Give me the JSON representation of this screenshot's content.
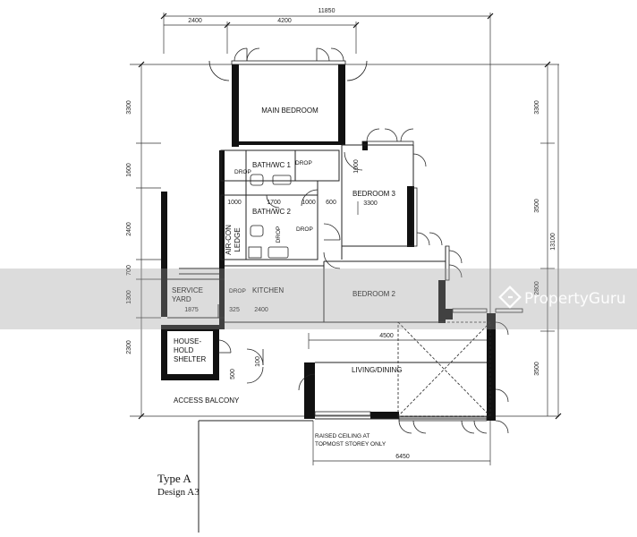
{
  "dimensions": {
    "top_total": "11850",
    "top_left": "2400",
    "top_mid": "4200",
    "left_1": "3300",
    "left_2": "1600",
    "left_3": "2400",
    "left_4": "700",
    "left_5": "1300",
    "left_6": "2300",
    "right_1": "3300",
    "right_2": "3500",
    "right_total": "13100",
    "right_3": "2800",
    "right_4": "3500",
    "bed3_small": "1000",
    "bath_w1": "1000",
    "bath_w2": "1700",
    "bath_w3": "1000",
    "bath_w4": "600",
    "bed3_width": "3300",
    "yard_width": "1875",
    "kitchen_a": "325",
    "kitchen_b": "2400",
    "bed2_width": "4500",
    "shelter_a": "500",
    "shelter_b": "100",
    "living_width": "6450"
  },
  "rooms": {
    "main_bedroom": "MAIN BEDROOM",
    "bath1": "BATH/WC 1",
    "bath2": "BATH/WC 2",
    "bedroom3": "BEDROOM 3",
    "bedroom2": "BEDROOM 2",
    "aircon_ledge_1": "AIR-CON",
    "aircon_ledge_2": "LEDGE",
    "service_yard_1": "SERVICE",
    "service_yard_2": "YARD",
    "kitchen": "KITCHEN",
    "shelter_1": "HOUSE-",
    "shelter_2": "HOLD",
    "shelter_3": "SHELTER",
    "living": "LIVING/DINING",
    "access_balcony": "ACCESS BALCONY"
  },
  "notes": {
    "drop": "DROP",
    "raised_1": "RAISED CEILING AT",
    "raised_2": "TOPMOST STOREY ONLY"
  },
  "caption": {
    "type": "Type A",
    "design": "Design A3"
  },
  "watermark": {
    "text": "PropertyGuru",
    "color": "#ffffff",
    "icon": "propertyguru-logo-icon"
  }
}
